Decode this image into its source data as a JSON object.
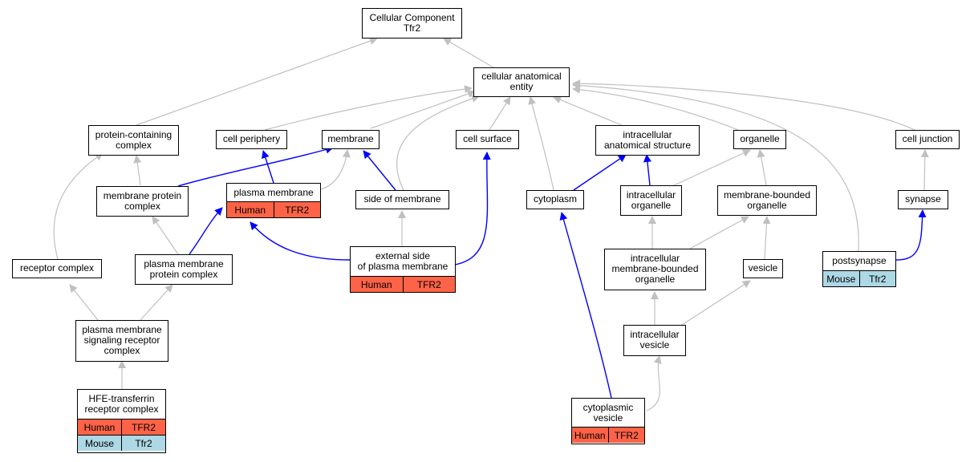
{
  "colors": {
    "gray_edge": "#c0c0c0",
    "blue_edge": "#0000ff",
    "human_bg": "#ff6347",
    "mouse_bg": "#add8e6"
  },
  "nodes": {
    "cc": {
      "label": "Cellular Component\nTfr2"
    },
    "cae": {
      "label": "cellular anatomical\nentity"
    },
    "pcc": {
      "label": "protein-containing\ncomplex"
    },
    "cp": {
      "label": "cell periphery"
    },
    "mem": {
      "label": "membrane"
    },
    "cs": {
      "label": "cell surface"
    },
    "ias": {
      "label": "intracellular\nanatomical structure"
    },
    "org": {
      "label": "organelle"
    },
    "cj": {
      "label": "cell junction"
    },
    "mpc": {
      "label": "membrane protein\ncomplex"
    },
    "pm": {
      "label": "plasma membrane",
      "rows": [
        {
          "species": "Human",
          "gene": "TFR2"
        }
      ]
    },
    "som": {
      "label": "side of membrane"
    },
    "cyt": {
      "label": "cytoplasm"
    },
    "io": {
      "label": "intracellular\norganelle"
    },
    "mbo": {
      "label": "membrane-bounded\norganelle"
    },
    "syn": {
      "label": "synapse"
    },
    "rc": {
      "label": "receptor complex"
    },
    "pmpc": {
      "label": "plasma membrane\nprotein complex"
    },
    "espm": {
      "label": "external side\nof plasma membrane",
      "rows": [
        {
          "species": "Human",
          "gene": "TFR2"
        }
      ]
    },
    "imbo": {
      "label": "intracellular\nmembrane-bounded\norganelle"
    },
    "ves": {
      "label": "vesicle"
    },
    "ps": {
      "label": "postsynapse",
      "rows": [
        {
          "species": "Mouse",
          "gene": "Tfr2"
        }
      ]
    },
    "pmsrc": {
      "label": "plasma membrane\nsignaling receptor\ncomplex"
    },
    "iv": {
      "label": "intracellular\nvesicle"
    },
    "htc": {
      "label": "HFE-transferrin\nreceptor complex",
      "rows": [
        {
          "species": "Human",
          "gene": "TFR2"
        },
        {
          "species": "Mouse",
          "gene": "Tfr2"
        }
      ]
    },
    "cv": {
      "label": "cytoplasmic\nvesicle",
      "rows": [
        {
          "species": "Human",
          "gene": "TFR2"
        }
      ]
    }
  }
}
